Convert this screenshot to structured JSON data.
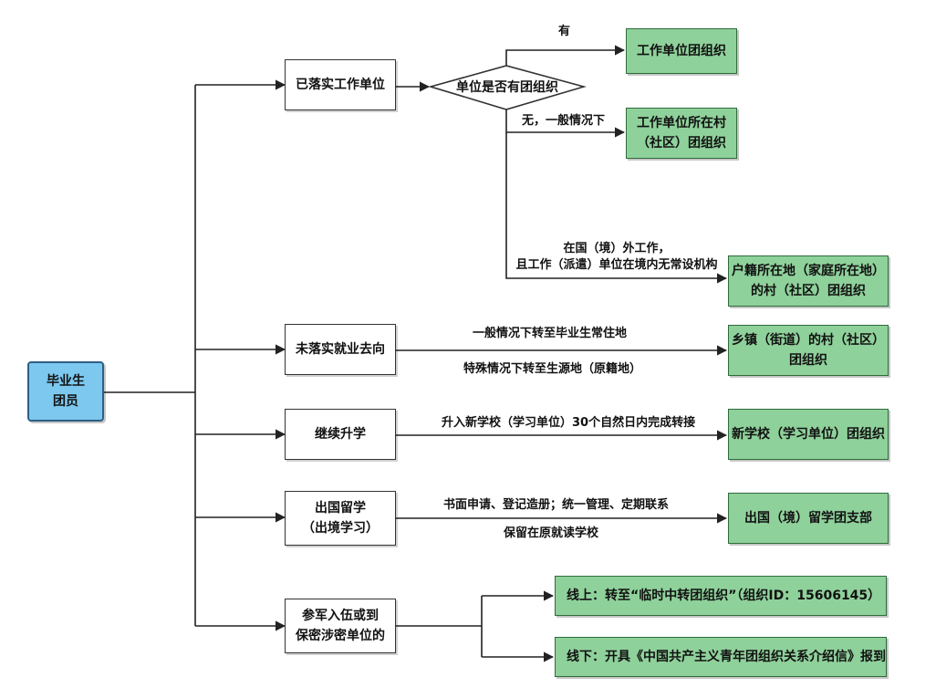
{
  "root": {
    "label": "毕业生\n团员"
  },
  "branches": {
    "employed": {
      "label": "已落实工作单位"
    },
    "unemployed": {
      "label": "未落实就业去向"
    },
    "further_study": {
      "label": "继续升学"
    },
    "study_abroad": {
      "label": "出国留学\n（出境学习）"
    },
    "military": {
      "label": "参军入伍或到\n保密涉密单位的"
    }
  },
  "decision": {
    "label": "单位是否有团组织"
  },
  "edge_labels": {
    "yes": "有",
    "no_general": "无，一般情况下",
    "abroad_work": "在国（境）外工作，\n且工作（派遣）单位在境内无常设机构",
    "unemployed_top": "一般情况下转至毕业生常住地",
    "unemployed_bottom": "特殊情况下转至生源地（原籍地）",
    "further_study": "升入新学校（学习单位）30个自然日内完成转接",
    "abroad_top": "书面申请、登记造册；统一管理、定期联系",
    "abroad_bottom": "保留在原就读学校"
  },
  "outcomes": {
    "unit_league": "工作单位团组织",
    "unit_village_league": "工作单位所在村\n（社区）团组织",
    "household_league": "户籍所在地（家庭所在地）\n的村（社区）团组织",
    "township_league": "乡镇（街道）的村（社区）\n团组织",
    "new_school_league": "新学校（学习单位）团组织",
    "abroad_branch": "出国（境）留学团支部",
    "online": "线上：转至“临时中转团组织”（组织ID：15606145）",
    "offline": "线下：开具《中国共产主义青年团组织关系介绍信》报到"
  },
  "colors": {
    "root_fill": "#7cc8ee",
    "outcome_fill": "#8fd19b",
    "line": "#222222"
  }
}
